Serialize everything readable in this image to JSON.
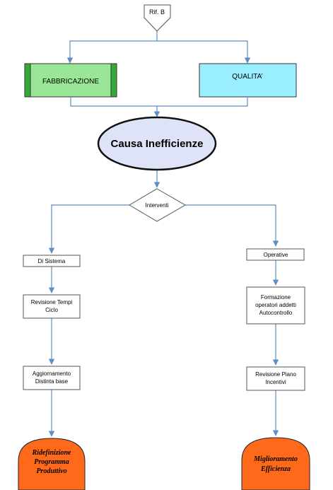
{
  "nodes": {
    "ref": "Rif. B",
    "fabbricazione": "FABBRICAZIONE",
    "qualita": "QUALITA’",
    "causa": "Causa Inefficienze",
    "interventi": "Interventi",
    "di_sistema": "Di Sistema",
    "operative": "Operative",
    "revisione_tempi": [
      "Revisione Tempi",
      "Ciclo"
    ],
    "formazione": [
      "Formazione",
      "operatori addetti",
      "Autocontrollo"
    ],
    "aggiornamento": [
      "Aggiornamento",
      "Distinta base"
    ],
    "revisione_piano": [
      "Revisione Piano",
      "Incentivi"
    ],
    "ridefinizione": [
      "Ridefinizione",
      "Programma",
      "Produttivo"
    ],
    "miglioramento": [
      "Miglioramento",
      "Efficienza"
    ]
  },
  "colors": {
    "line": "#5b8fc7",
    "fabbricazione_fill": "#99e699",
    "fabbricazione_stripe": "#33aa33",
    "qualita_fill": "#99eeff",
    "causa_fill": "#dfe3f7",
    "orange": "#ff6a1a",
    "box_border": "#555555"
  }
}
